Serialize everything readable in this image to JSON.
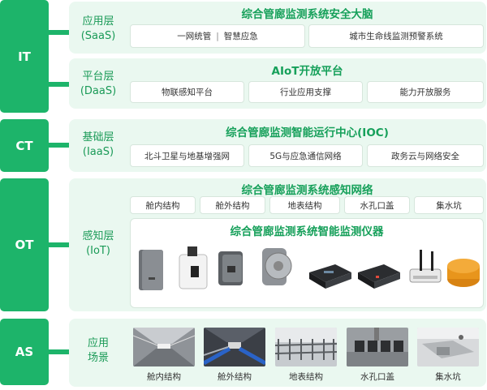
{
  "sidebar": {
    "it": "IT",
    "ct": "CT",
    "ot": "OT",
    "as": "AS"
  },
  "app": {
    "name": "应用层",
    "name_en": "(SaaS)",
    "title": "综合管廊监测系统安全大脑",
    "box1_a": "一网统管",
    "box1_sep": "|",
    "box1_b": "智慧应急",
    "box2": "城市生命线监测预警系统"
  },
  "platform": {
    "name": "平台层",
    "name_en": "(DaaS)",
    "title": "AIoT开放平台",
    "items": [
      "物联感知平台",
      "行业应用支撑",
      "能力开放服务"
    ]
  },
  "base": {
    "name": "基础层",
    "name_en": "(IaaS)",
    "title": "综合管廊监测智能运行中心(IOC)",
    "items": [
      "北斗卫星与地基增强网",
      "5G与应急通信网络",
      "政务云与网络安全"
    ]
  },
  "perception": {
    "name": "感知层",
    "name_en": "(IoT)",
    "title": "综合管廊监测系统感知网络",
    "items": [
      "舱内结构",
      "舱外结构",
      "地表结构",
      "水孔口盖",
      "集水坑"
    ],
    "instrument_title": "综合管廊监测系统智能监测仪器"
  },
  "scenes": {
    "name": "应用场景",
    "name_line1": "应用",
    "name_line2": "场景",
    "items": [
      "舱内结构",
      "舱外结构",
      "地表结构",
      "水孔口盖",
      "集水坑"
    ]
  }
}
